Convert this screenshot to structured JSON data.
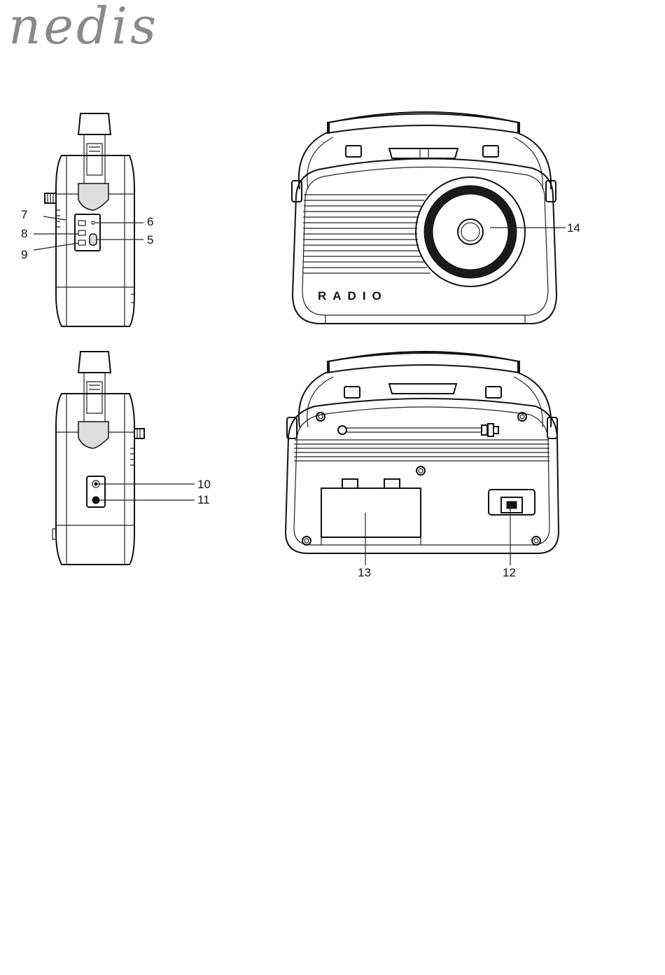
{
  "brand": {
    "logo_text": "nedis",
    "logo_color": "#8a8a8a"
  },
  "device_text": {
    "front_marking": "RADIO"
  },
  "callouts": {
    "c5": "5",
    "c6": "6",
    "c7": "7",
    "c8": "8",
    "c9": "9",
    "c10": "10",
    "c11": "11",
    "c12": "12",
    "c13": "13",
    "c14": "14"
  }
}
